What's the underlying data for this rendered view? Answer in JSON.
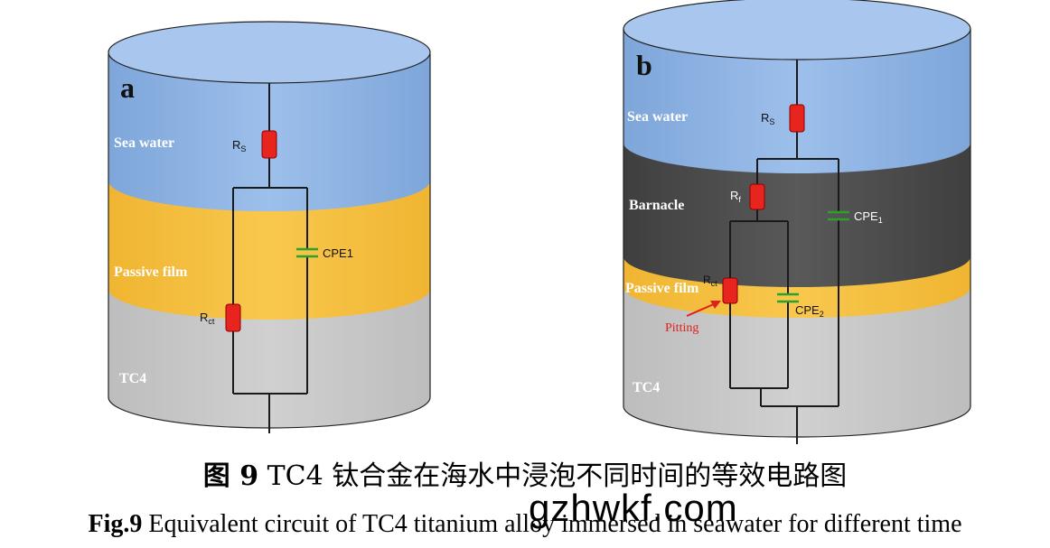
{
  "panel_a": {
    "letter": "a",
    "layers": {
      "top": "Sea water",
      "middle": "Passive film",
      "bottom": "TC4"
    },
    "components": {
      "rs": "R",
      "rs_sub": "S",
      "cpe": "CPE1",
      "rct": "R",
      "rct_sub": "ct"
    }
  },
  "panel_b": {
    "letter": "b",
    "layers": {
      "top": "Sea water",
      "second": "Barnacle",
      "third": "Passive film",
      "bottom": "TC4"
    },
    "components": {
      "rs": "R",
      "rs_sub": "S",
      "rf": "R",
      "rf_sub": "f",
      "cpe1": "CPE",
      "cpe1_sub": "1",
      "rct": "R",
      "rct_sub": "ct",
      "cpe2": "CPE",
      "cpe2_sub": "2"
    },
    "annotation": "Pitting"
  },
  "caption": {
    "cn_prefix": "图 9",
    "cn_text": " TC4 钛合金在海水中浸泡不同时间的等效电路图",
    "en_prefix": "Fig.9",
    "en_text": " Equivalent circuit of TC4 titanium alloy immersed in seawater for different time"
  },
  "watermark": "gzhwkf.com",
  "colors": {
    "seawater": "#8fb4e3",
    "seawater_top": "#a9c8ef",
    "passive_film": "#f4bd3c",
    "tc4": "#c5c5c5",
    "barnacle": "#4c4c4c",
    "resistor": "#e8241e",
    "capacitor": "#2ca02c",
    "pitting": "#e02020"
  }
}
